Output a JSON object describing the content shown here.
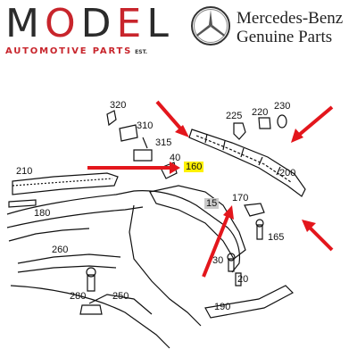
{
  "logo_left": {
    "model_text": "MODEL",
    "tagline": "AUTOMOTIVE PARTS",
    "est": "EST."
  },
  "logo_right": {
    "brand": "Mercedes-Benz",
    "subtitle": "Genuine Parts"
  },
  "colors": {
    "arrow_red": "#e3161c",
    "model_red": "#c8252c",
    "highlight_yellow": "#fff100",
    "highlight_gray": "#c9c9c9"
  },
  "part_labels": [
    {
      "key": "p320",
      "text": "320"
    },
    {
      "key": "p310",
      "text": "310"
    },
    {
      "key": "p315",
      "text": "315"
    },
    {
      "key": "p40",
      "text": "40"
    },
    {
      "key": "p160",
      "text": "160",
      "highlight": "yellow"
    },
    {
      "key": "p225",
      "text": "225"
    },
    {
      "key": "p220",
      "text": "220"
    },
    {
      "key": "p230",
      "text": "230"
    },
    {
      "key": "p210",
      "text": "210"
    },
    {
      "key": "p200",
      "text": "200"
    },
    {
      "key": "p180",
      "text": "180"
    },
    {
      "key": "p15",
      "text": "15",
      "highlight": "gray"
    },
    {
      "key": "p170",
      "text": "170"
    },
    {
      "key": "p165",
      "text": "165"
    },
    {
      "key": "p260",
      "text": "260"
    },
    {
      "key": "p30",
      "text": "30"
    },
    {
      "key": "p20",
      "text": "20"
    },
    {
      "key": "p280",
      "text": "280"
    },
    {
      "key": "p250",
      "text": "250"
    },
    {
      "key": "p190",
      "text": "190"
    }
  ]
}
